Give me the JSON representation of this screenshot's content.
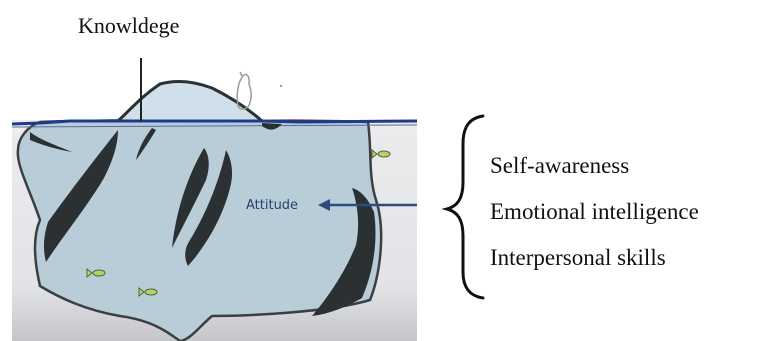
{
  "top_label": "Knowldege",
  "center_label": "Attitude",
  "bracket_items": [
    "Self-awareness",
    "Emotional intelligence",
    "Interpersonal skills"
  ],
  "colors": {
    "water": "#e7e8ea",
    "water_bottom": "#c9cbce",
    "ice": "#b9cdd9",
    "ice_tip": "#cfe0ea",
    "ice_outline": "#3b3f42",
    "crevasse": "#2b3133",
    "waterline": "#1f3a8a",
    "arrow": "#2e4a7a",
    "fish": "#b8d06a"
  }
}
